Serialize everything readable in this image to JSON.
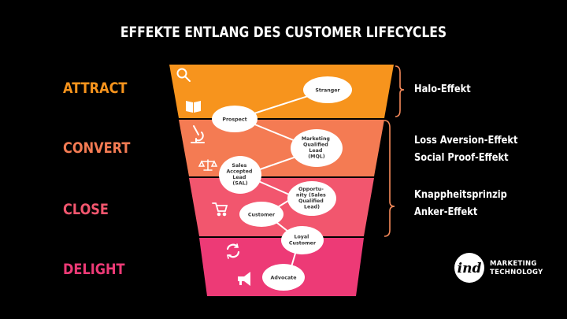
{
  "title": "EFFEKTE ENTLANG DES CUSTOMER LIFECYCLES",
  "colors": {
    "attract": "#F7941D",
    "convert": "#F47B53",
    "close": "#F2566E",
    "delight": "#ED3A76",
    "background": "#000000"
  },
  "stages": [
    {
      "label": "ATTRACT",
      "color": "#F7941D",
      "icons": [
        "search-icon",
        "book-icon"
      ]
    },
    {
      "label": "CONVERT",
      "color": "#F47B53",
      "icons": [
        "microscope-icon",
        "scale-icon"
      ]
    },
    {
      "label": "CLOSE",
      "color": "#F2566E",
      "icons": [
        "cart-icon"
      ]
    },
    {
      "label": "DELIGHT",
      "color": "#ED3A76",
      "icons": [
        "recycle-icon",
        "megaphone-icon"
      ]
    }
  ],
  "nodes": [
    {
      "lines": [
        "Stranger"
      ]
    },
    {
      "lines": [
        "Prospect"
      ]
    },
    {
      "lines": [
        "Marketing",
        "Qualified",
        "Lead",
        "(MQL)"
      ]
    },
    {
      "lines": [
        "Sales",
        "Accepted",
        "Lead",
        "(SAL)"
      ]
    },
    {
      "lines": [
        "Opportu-",
        "nity (Sales",
        "Qualified",
        "Lead)"
      ]
    },
    {
      "lines": [
        "Customer"
      ]
    },
    {
      "lines": [
        "Loyal",
        "Customer"
      ]
    },
    {
      "lines": [
        "Advocate"
      ]
    }
  ],
  "effects": [
    {
      "lines": [
        "Halo-Effekt"
      ]
    },
    {
      "lines": [
        "Loss Aversion-Effekt",
        "Social Proof-Effekt"
      ]
    },
    {
      "lines": [
        "Knappheitsprinzip",
        "Anker-Effekt"
      ]
    }
  ],
  "logo": {
    "mark": "ind",
    "line1": "MARKETING",
    "line2": "TECHNOLOGY"
  }
}
